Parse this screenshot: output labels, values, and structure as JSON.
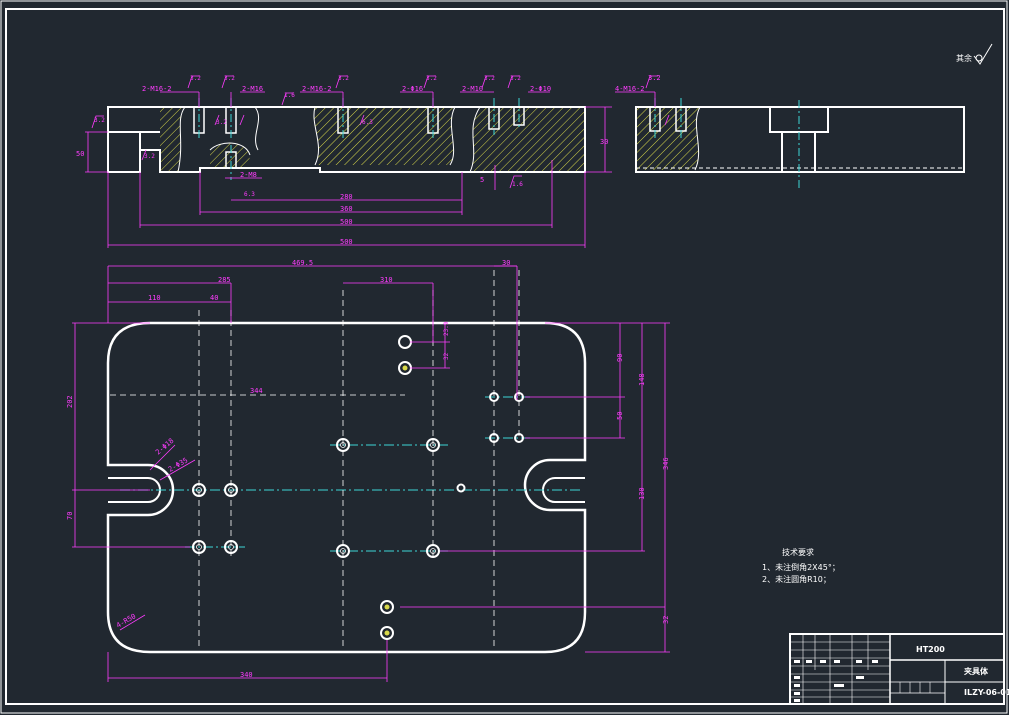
{
  "drawing": {
    "roughness_mark": "其余",
    "tech_req": {
      "title": "技术要求",
      "items": [
        "1、未注倒角2X45°；",
        "2、未注圆角R10；"
      ]
    },
    "title_block": {
      "material": "HT200",
      "part_name": "夹具体",
      "drawing_no": "ILZY-06-01"
    },
    "colors": {
      "background": "#212830",
      "outline": "#ffffff",
      "dimension": "#ff3cff",
      "center": "#3dd6d6",
      "hatch": "#d8d84a"
    }
  },
  "front_view": {
    "callouts": [
      "2-M16-2",
      "2-M16",
      "2-M16-2",
      "2-Φ16",
      "2-M10",
      "2-Φ10",
      "2-M8"
    ],
    "roughness": [
      "3.2",
      "3.2",
      "3.2",
      "3.2",
      "3.2",
      "3.2",
      "1.6",
      "1.6",
      "3.2",
      "3.2",
      "6.3",
      "6.3",
      "3.2"
    ],
    "dims": [
      "50",
      "30",
      "280",
      "360",
      "500",
      "500",
      "5"
    ]
  },
  "side_view": {
    "callouts": [
      "4-M16-2"
    ],
    "roughness": [
      "3.2"
    ]
  },
  "plan_view": {
    "dims": [
      "469.5",
      "30",
      "285",
      "310",
      "110",
      "40",
      "344",
      "202",
      "70",
      "23.9",
      "32",
      "90",
      "148",
      "50",
      "346",
      "130",
      "32",
      "340"
    ],
    "callouts": [
      "2-Φ18",
      "2-Φ35",
      "4-R50"
    ]
  }
}
